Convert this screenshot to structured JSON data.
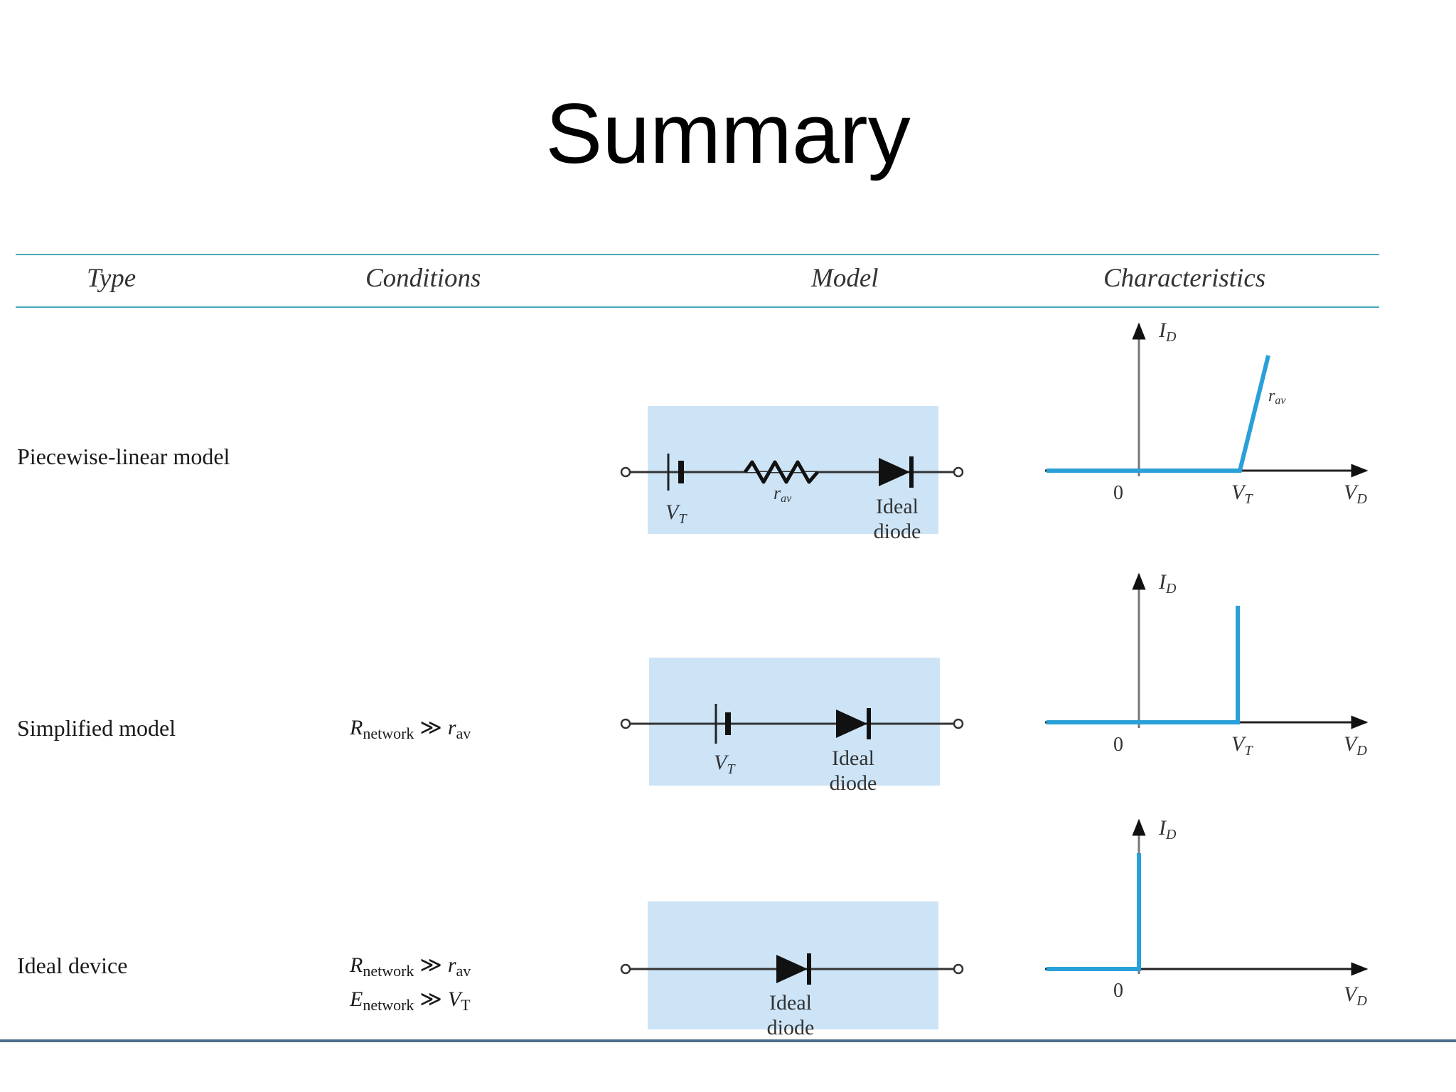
{
  "slide": {
    "title": "Summary"
  },
  "table": {
    "headers": {
      "type": "Type",
      "conditions": "Conditions",
      "model": "Model",
      "characteristics": "Characteristics"
    },
    "rows": [
      {
        "type": "Piecewise-linear model",
        "model": {
          "battery_label": "V",
          "battery_sub": "T",
          "resistor_label": "r",
          "resistor_sub": "av",
          "diode_label_1": "Ideal",
          "diode_label_2": "diode"
        },
        "graph": {
          "y_label": "I",
          "y_sub": "D",
          "x_label": "V",
          "x_sub": "D",
          "origin": "0",
          "vt": "V",
          "vt_sub": "T",
          "slope_label": "r",
          "slope_sub": "av"
        }
      },
      {
        "type": "Simplified model",
        "conditions": [
          {
            "lhs": "R",
            "lhs_sub": "network",
            "rel": "≫",
            "rhs": "r",
            "rhs_sub": "av"
          }
        ],
        "model": {
          "battery_label": "V",
          "battery_sub": "T",
          "diode_label_1": "Ideal",
          "diode_label_2": "diode"
        },
        "graph": {
          "y_label": "I",
          "y_sub": "D",
          "x_label": "V",
          "x_sub": "D",
          "origin": "0",
          "vt": "V",
          "vt_sub": "T"
        }
      },
      {
        "type": "Ideal device",
        "conditions": [
          {
            "lhs": "R",
            "lhs_sub": "network",
            "rel": "≫",
            "rhs": "r",
            "rhs_sub": "av"
          },
          {
            "lhs": "E",
            "lhs_sub": "network",
            "rel": "≫",
            "rhs": "V",
            "rhs_sub": "T"
          }
        ],
        "model": {
          "diode_label_1": "Ideal",
          "diode_label_2": "diode"
        },
        "graph": {
          "y_label": "I",
          "y_sub": "D",
          "x_label": "V",
          "x_sub": "D",
          "origin": "0"
        }
      }
    ]
  },
  "colors": {
    "accent_line": "#47a9b8",
    "model_box": "#cde4f7",
    "curve": "#2aa0d8"
  }
}
